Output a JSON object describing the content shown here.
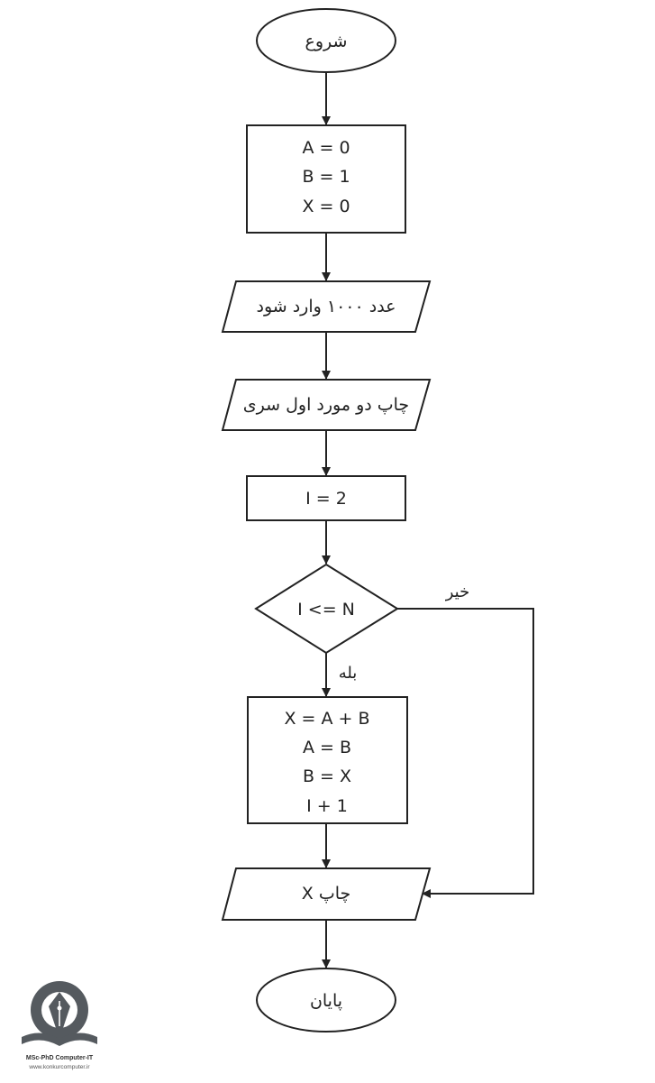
{
  "flowchart": {
    "start": "شروع",
    "init": [
      "A = 0",
      "B = 1",
      "X = 0"
    ],
    "input": "عدد ۱۰۰۰ وارد شود",
    "print_first": "چاپ دو مورد اول سری",
    "set_i": "I = 2",
    "condition": "I <= N",
    "yes_label": "بله",
    "no_label": "خیر",
    "loop_body": [
      "X = A + B",
      "A = B",
      "B = X",
      "I + 1"
    ],
    "print_x": "چاپ X",
    "end": "پایان"
  },
  "logo": {
    "line1": "MSc-PhD Computer-IT",
    "line2": "www.konkurcomputer.ir"
  },
  "colors": {
    "stroke": "#222222",
    "logo_dark": "#555a5f"
  }
}
